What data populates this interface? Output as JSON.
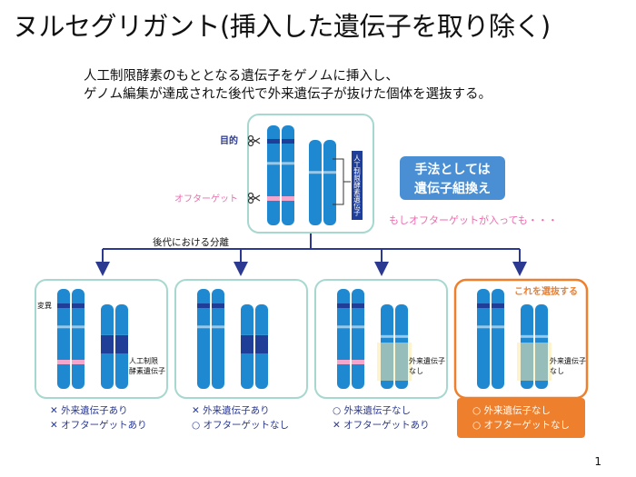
{
  "title": "ヌルセグリガント(挿入した遺伝子を取り除く)",
  "description": [
    "人工制限酵素のもととなる遺伝子をゲノムに挿入し、",
    "ゲノム編集が達成された後代で外来遺伝子が抜けた個体を選抜する。"
  ],
  "parent": {
    "target_label": "目的",
    "offtarget_label": "オフターゲット",
    "insert_label": "人工制限酵素遺伝子"
  },
  "method_box": {
    "line1": "手法としては",
    "line2": "遺伝子組換え"
  },
  "offtarget_note": "もしオフターゲットが入っても・・・",
  "segregation_label": "後代における分離",
  "offspring": [
    {
      "mutation_label": "変異",
      "insert_label_line1": "人工制限",
      "insert_label_line2": "酵素遺伝子",
      "line1": "✕ 外来遺伝子あり",
      "line2": "✕ オフターゲットあり"
    },
    {
      "line1": "✕ 外来遺伝子あり",
      "line2": "○ オフターゲットなし"
    },
    {
      "absent_label_line1": "外来遺伝子",
      "absent_label_line2": "なし",
      "line1": "○ 外来遺伝子なし",
      "line2": "✕ オフターゲットあり"
    },
    {
      "select_label": "これを選抜する",
      "absent_label_line1": "外来遺伝子",
      "absent_label_line2": "なし",
      "line1": "○ 外来遺伝子なし",
      "line2": "○ オフターゲットなし"
    }
  ],
  "page_number": "1",
  "colors": {
    "chromosome": "#1e88d0",
    "band": "#1f3e98",
    "offtarget": "#f4a6cc",
    "box_border": "#a7d8cf",
    "selected_border": "#ee7f2d",
    "selected_fill": "#fbe3cf",
    "arrow": "#2b3990",
    "method_box": "#4a8fd4",
    "note_pink": "#ee6bb0",
    "absent_fill": "#fbe9a8"
  }
}
